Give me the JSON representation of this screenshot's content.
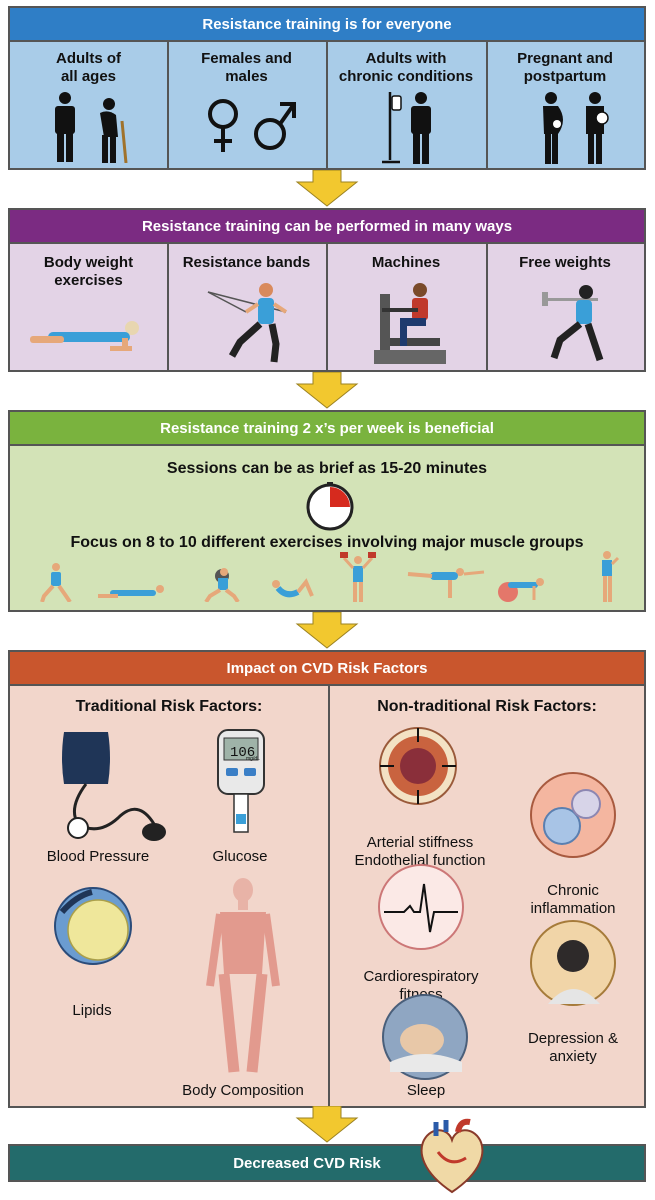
{
  "section1": {
    "header": "Resistance training is for everyone",
    "header_color": "#2f7ec6",
    "bg_color": "#a9cce8",
    "cells": [
      {
        "label": "Adults of\nall ages",
        "icons": [
          "adult-icon",
          "elderly-cane-icon"
        ]
      },
      {
        "label": "Females and\nmales",
        "icons": [
          "female-symbol-icon",
          "male-symbol-icon"
        ]
      },
      {
        "label": "Adults with\nchronic conditions",
        "icons": [
          "iv-drip-icon",
          "person-icon"
        ]
      },
      {
        "label": "Pregnant and\npostpartum",
        "icons": [
          "pregnant-icon",
          "parent-with-baby-icon"
        ]
      }
    ]
  },
  "section2": {
    "header": "Resistance training can be performed in many ways",
    "header_color": "#7b2b82",
    "bg_color": "#e3d3e6",
    "cells": [
      {
        "label": "Body weight\nexercises",
        "icons": [
          "plank-exercise-icon"
        ]
      },
      {
        "label": "Resistance bands",
        "icons": [
          "resistance-band-exercise-icon"
        ]
      },
      {
        "label": "Machines",
        "icons": [
          "weight-machine-icon"
        ]
      },
      {
        "label": "Free weights",
        "icons": [
          "barbell-lunge-icon"
        ]
      }
    ]
  },
  "section3": {
    "header": "Resistance training 2 x’s per week is beneficial",
    "header_color": "#7ab33e",
    "bg_color": "#d3e3b7",
    "line1": "Sessions can be as brief as 15-20 minutes",
    "line2": "Focus on 8 to 10 different exercises involving major muscle groups",
    "timer_icon": "timer-icon",
    "exercise_icons": [
      "lunge-icon",
      "plank-icon",
      "squat-weight-icon",
      "crunch-icon",
      "dumbbell-raise-icon",
      "bird-dog-icon",
      "ball-exercise-icon",
      "standing-curl-icon"
    ]
  },
  "section4": {
    "header": "Impact on CVD Risk Factors",
    "header_color": "#c9562d",
    "bg_color": "#f2d6cb",
    "traditional": {
      "title": "Traditional Risk Factors:",
      "items": [
        {
          "label": "Blood Pressure",
          "icon": "blood-pressure-cuff-icon"
        },
        {
          "label": "Glucose",
          "icon": "glucose-meter-icon",
          "reading": "106",
          "unit": "mg/dL"
        },
        {
          "label": "Lipids",
          "icon": "lipoprotein-icon"
        },
        {
          "label": "Body Composition",
          "icon": "muscular-body-icon"
        }
      ]
    },
    "nontraditional": {
      "title": "Non-traditional Risk Factors:",
      "items": [
        {
          "label": "Arterial stiffness\nEndothelial function",
          "icon": "artery-cross-section-icon"
        },
        {
          "label": "Chronic\ninflammation",
          "icon": "immune-cells-icon"
        },
        {
          "label": "Cardiorespiratory\nfitness",
          "icon": "ecg-icon"
        },
        {
          "label": "Depression &\nanxiety",
          "icon": "distressed-person-icon"
        },
        {
          "label": "Sleep",
          "icon": "sleeping-person-icon"
        }
      ]
    }
  },
  "footer": {
    "label": "Decreased CVD Risk",
    "color": "#236b6b",
    "icon": "heart-icon"
  },
  "arrow_color": "#f2c82f"
}
